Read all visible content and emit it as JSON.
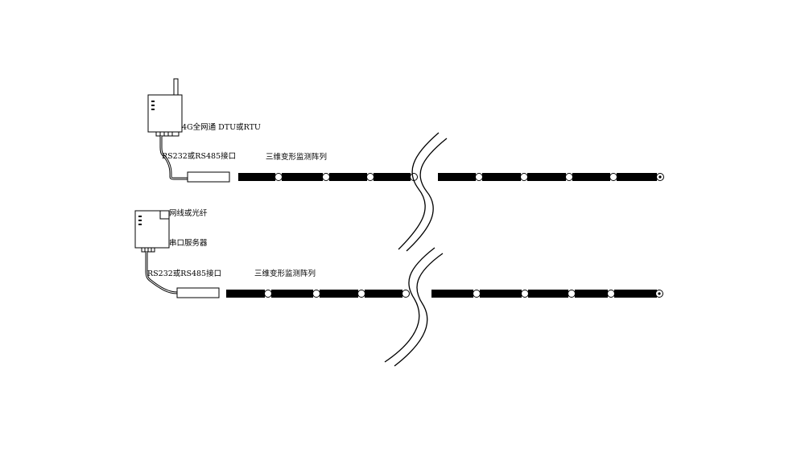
{
  "colors": {
    "stroke": "#000000",
    "background": "#ffffff",
    "segment": "#000000",
    "node": "#ffffff"
  },
  "systems": [
    {
      "device_label": "4G全网通 DTU或RTU",
      "interface_label": "RS232或RS485接口",
      "array_label": "三维变形监测阵列",
      "device_icon": "dtu-device-icon",
      "interface_icon": "converter-module-icon"
    },
    {
      "network_label": "网线或光纤",
      "device_label": "串口服务器",
      "interface_label": "RS232或RS485接口",
      "array_label": "三维变形监测阵列",
      "device_icon": "serial-server-icon",
      "interface_icon": "converter-module-icon"
    }
  ]
}
